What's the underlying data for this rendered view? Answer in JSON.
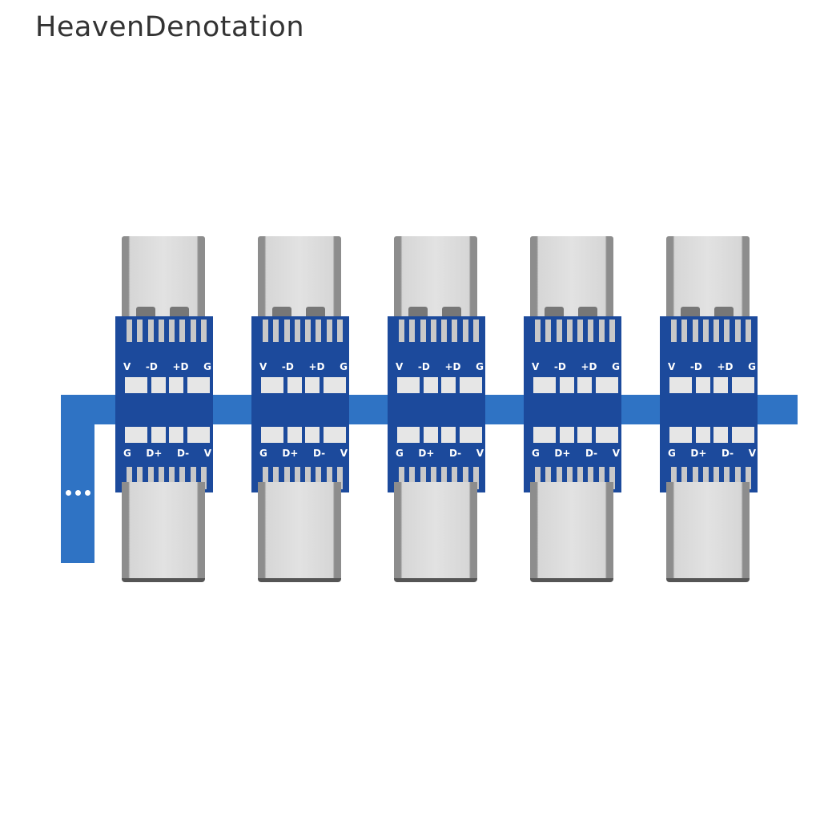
{
  "watermark": {
    "text": "HeavenDenotation"
  },
  "product": {
    "description": "Panel of 5 USB Type-C male/female breakout boards on blue PCB",
    "board_count": 5,
    "colors": {
      "pcb": "#1c4a9c",
      "rail": "#2f73c4",
      "metal": "#d6d6d6",
      "background": "#ffffff"
    },
    "top_labels": [
      "V",
      "-D",
      "+D",
      "G"
    ],
    "bottom_labels": [
      "G",
      "D+",
      "D-",
      "V"
    ]
  }
}
